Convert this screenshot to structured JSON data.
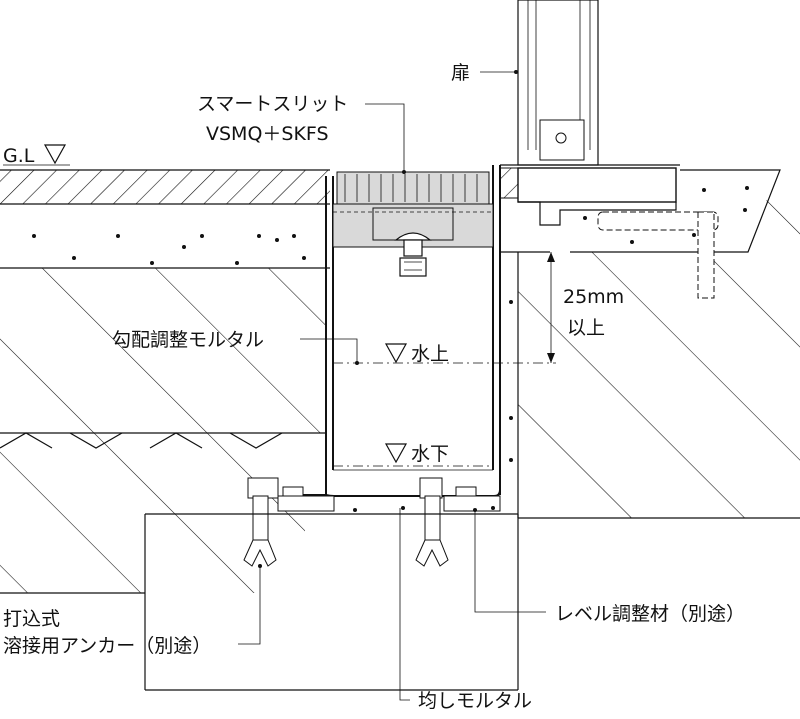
{
  "labels": {
    "door": "扉",
    "slit_name": "スマートスリット",
    "slit_model": "VSMQ＋SKFS",
    "ground_level": "G.L",
    "dimension_value": "25mm",
    "dimension_note": "以上",
    "slope_mortar": "勾配調整モルタル",
    "water_high": "水上",
    "water_low": "水下",
    "anchor_line1": "打込式",
    "anchor_line2": "溶接用アンカー（別途）",
    "level_material": "レベル調整材（別途）",
    "leveling_mortar": "均しモルタル"
  },
  "colors": {
    "line": "#111111",
    "grating": "#d9d9d9",
    "background": "#ffffff"
  }
}
